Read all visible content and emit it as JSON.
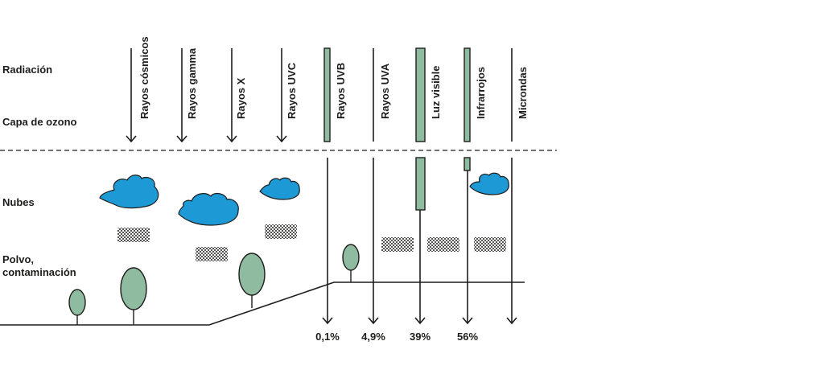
{
  "row_labels": {
    "radiation": "Radiación",
    "ozone": "Capa de ozono",
    "clouds": "Nubes",
    "dust_line1": "Polvo,",
    "dust_line2": "contaminación"
  },
  "radiation_types": [
    {
      "name": "Rayos cósmicos"
    },
    {
      "name": "Rayos gamma"
    },
    {
      "name": "Rayos X"
    },
    {
      "name": "Rayos UVC"
    },
    {
      "name": "Rayos UVB",
      "percent": "0,1%"
    },
    {
      "name": "Rayos UVA",
      "percent": "4,9%"
    },
    {
      "name": "Luz visible",
      "percent": "39%"
    },
    {
      "name": "Infrarrojos",
      "percent": "56%"
    },
    {
      "name": "Microndas"
    }
  ],
  "colors": {
    "ink": "#1d1d1b",
    "cloud": "#1d9ad6",
    "tree": "#8fbba0",
    "absorbed_bar": "#8fbba0"
  }
}
